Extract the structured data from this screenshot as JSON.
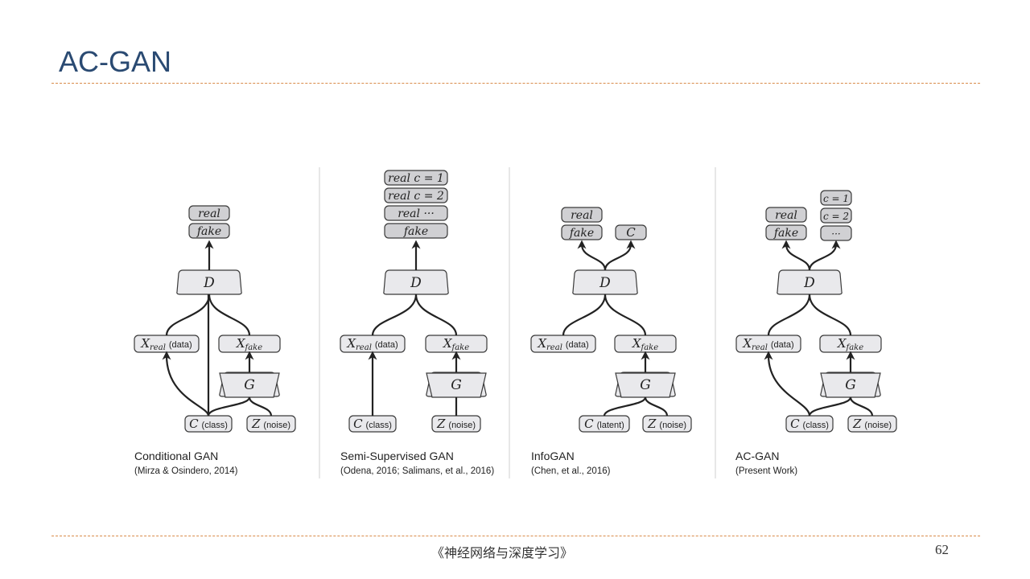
{
  "slide": {
    "title": "AC-GAN",
    "footer_book": "《神经网络与深度学习》",
    "page_number": "62"
  },
  "panels": [
    {
      "caption": "Conditional GAN",
      "citation": "(Mirza & Osindero, 2014)",
      "outputs_left": [
        "real",
        "fake"
      ],
      "outputs_right": [],
      "discriminator": "D",
      "generator": "G",
      "x_real": {
        "sym": "X",
        "sub": "real",
        "note": "(data)"
      },
      "x_fake": {
        "sym": "X",
        "sub": "fake"
      },
      "c_input": {
        "sym": "C",
        "note": "(class)"
      },
      "z_input": {
        "sym": "Z",
        "note": "(noise)"
      }
    },
    {
      "caption": "Semi-Supervised GAN",
      "citation": "(Odena, 2016;  Salimans, et al., 2016)",
      "outputs_left": [
        "real  c = 1",
        "real  c = 2",
        "real   ···",
        "fake"
      ],
      "outputs_right": [],
      "discriminator": "D",
      "generator": "G",
      "x_real": {
        "sym": "X",
        "sub": "real",
        "note": "(data)"
      },
      "x_fake": {
        "sym": "X",
        "sub": "fake"
      },
      "c_input": {
        "sym": "C",
        "note": "(class)"
      },
      "z_input": {
        "sym": "Z",
        "note": "(noise)"
      }
    },
    {
      "caption": "InfoGAN",
      "citation": "(Chen, et al., 2016)",
      "outputs_left": [
        "real",
        "fake"
      ],
      "outputs_right": [
        "C"
      ],
      "discriminator": "D",
      "generator": "G",
      "x_real": {
        "sym": "X",
        "sub": "real",
        "note": "(data)"
      },
      "x_fake": {
        "sym": "X",
        "sub": "fake"
      },
      "c_input": {
        "sym": "C",
        "note": "(latent)"
      },
      "z_input": {
        "sym": "Z",
        "note": "(noise)"
      }
    },
    {
      "caption": "AC-GAN",
      "citation": "(Present Work)",
      "outputs_left": [
        "real",
        "fake"
      ],
      "outputs_right": [
        "c = 1",
        "c = 2",
        "···"
      ],
      "discriminator": "D",
      "generator": "G",
      "x_real": {
        "sym": "X",
        "sub": "real",
        "note": "(data)"
      },
      "x_fake": {
        "sym": "X",
        "sub": "fake"
      },
      "c_input": {
        "sym": "C",
        "note": "(class)"
      },
      "z_input": {
        "sym": "Z",
        "note": "(noise)"
      }
    }
  ]
}
